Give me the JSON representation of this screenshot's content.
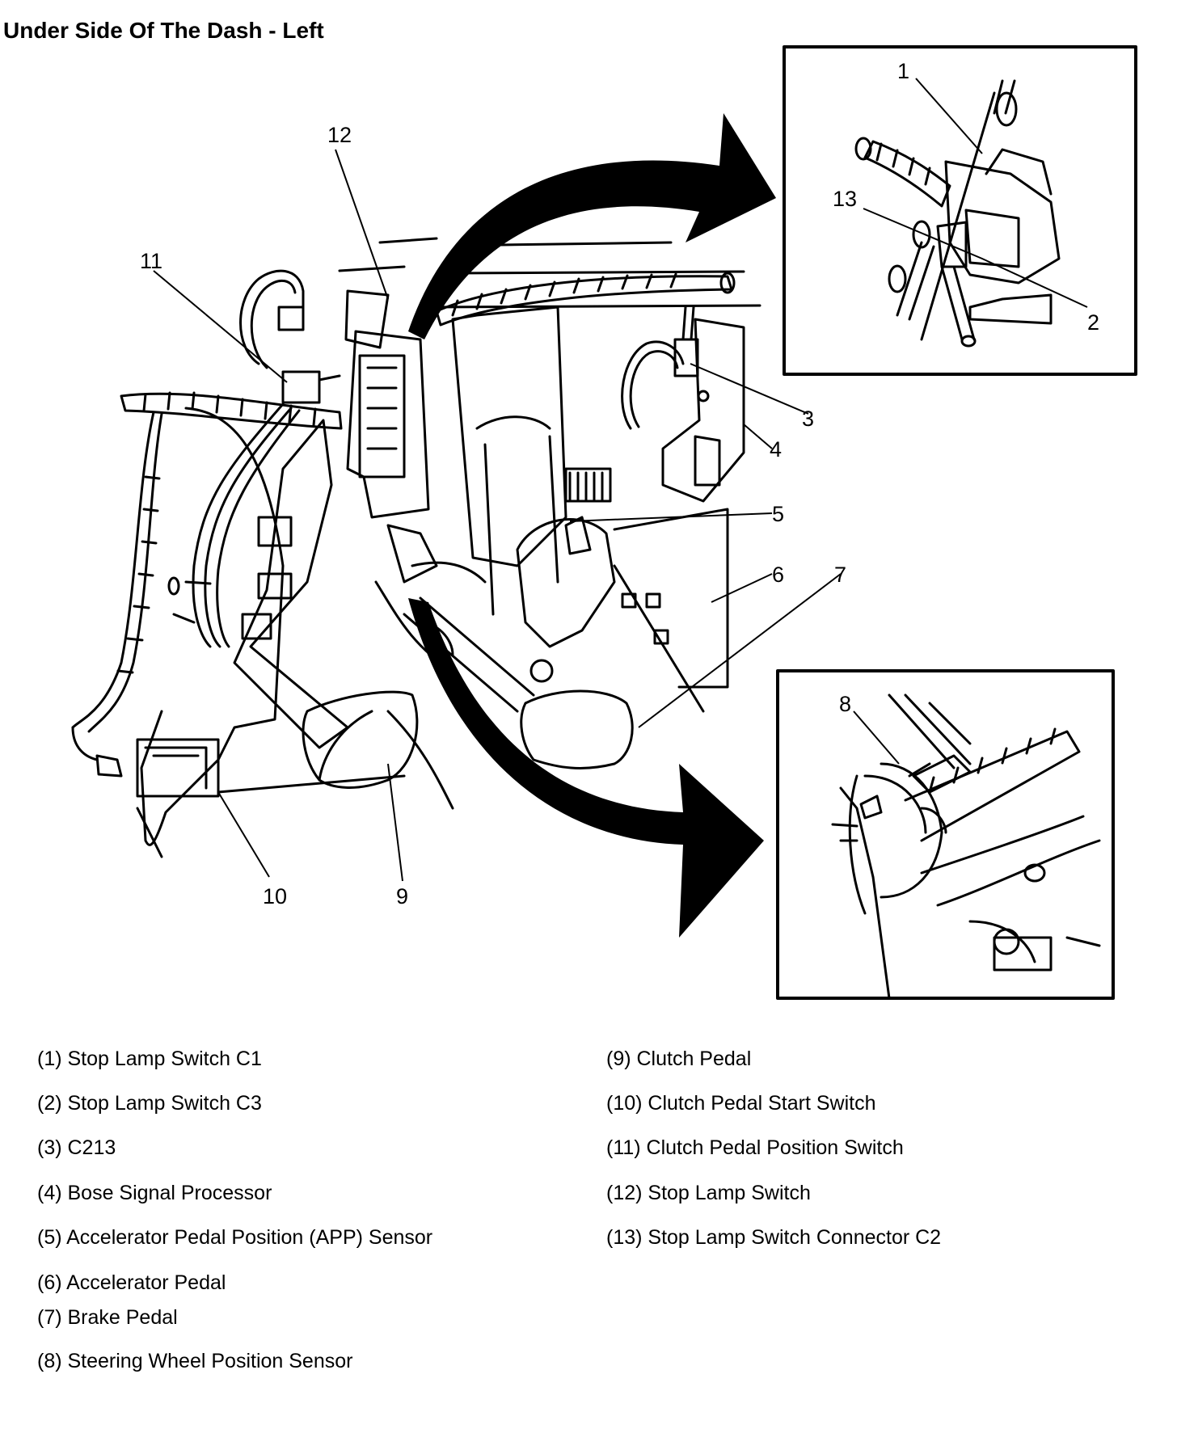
{
  "title": "Under Side Of The Dash - Left",
  "callouts": [
    "1",
    "2",
    "3",
    "4",
    "5",
    "6",
    "7",
    "8",
    "9",
    "10",
    "11",
    "12",
    "13"
  ],
  "legend": {
    "left": [
      "(1) Stop Lamp Switch C1",
      "(2) Stop Lamp Switch C3",
      "(3) C213",
      "(4) Bose Signal Processor",
      "(5) Accelerator Pedal Position (APP) Sensor",
      "(6) Accelerator Pedal",
      "(7) Brake Pedal",
      "(8) Steering Wheel Position Sensor"
    ],
    "right": [
      "(9) Clutch Pedal",
      "(10) Clutch Pedal Start Switch",
      "(11) Clutch Pedal Position Switch",
      "(12) Stop Lamp Switch",
      "(13) Stop Lamp Switch Connector C2"
    ]
  }
}
